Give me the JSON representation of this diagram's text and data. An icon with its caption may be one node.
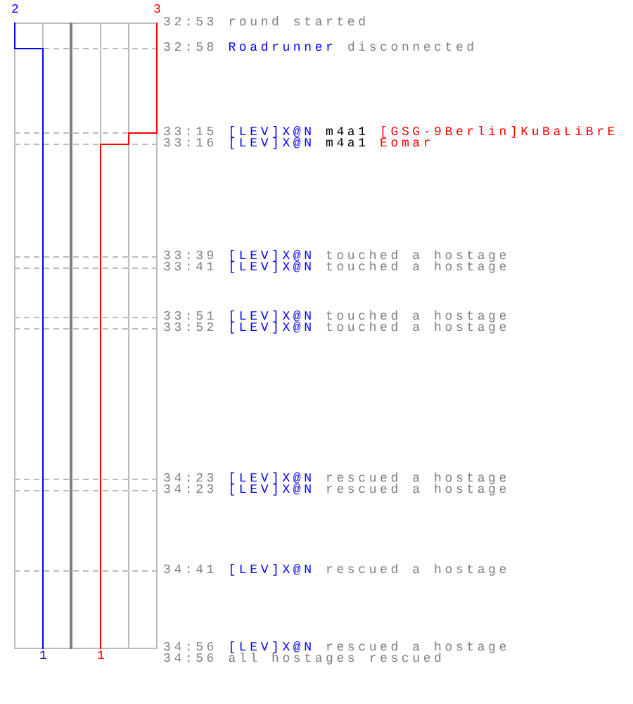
{
  "diagram": {
    "labels": [
      "2",
      "3",
      "32:53",
      "round started",
      "32:58",
      "Roadrunner",
      "disconnected",
      "33:15",
      "[LEV]X@N",
      "m4a1",
      "[GSG-9Berlin]KuBaLiBrE",
      "33:16",
      "[LEV]X@N",
      "m4a1",
      "Eomar",
      "33:39",
      "[LEV]X@N",
      "touched a hostage",
      "33:41",
      "[LEV]X@N",
      "touched a hostage",
      "33:51",
      "[LEV]X@N",
      "touched a hostage",
      "33:52",
      "[LEV]X@N",
      "touched a hostage",
      "34:23",
      "[LEV]X@N",
      "rescued a hostage",
      "34:23",
      "[LEV]X@N",
      "rescued a hostage",
      "34:41",
      "[LEV]X@N",
      "rescued a hostage",
      "34:56",
      "[LEV]X@N",
      "rescued a hostage",
      "1",
      "1",
      "34:56",
      "all hostages rescued"
    ]
  }
}
